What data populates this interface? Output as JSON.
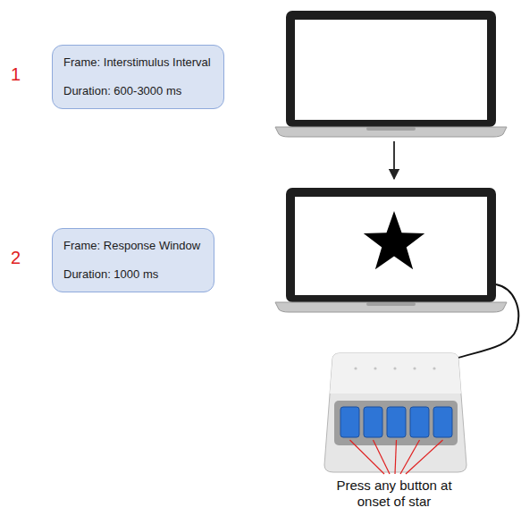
{
  "diagram": {
    "nodes": [
      {
        "text": [
          "Frame: Interstimulus Interval",
          "Duration: 600-3000 ms"
        ]
      },
      {
        "text": [
          "Frame: Response Window",
          "Duration: 1000 ms"
        ]
      }
    ],
    "labels": [
      "1",
      "2",
      "Press any button at onset of star"
    ]
  }
}
